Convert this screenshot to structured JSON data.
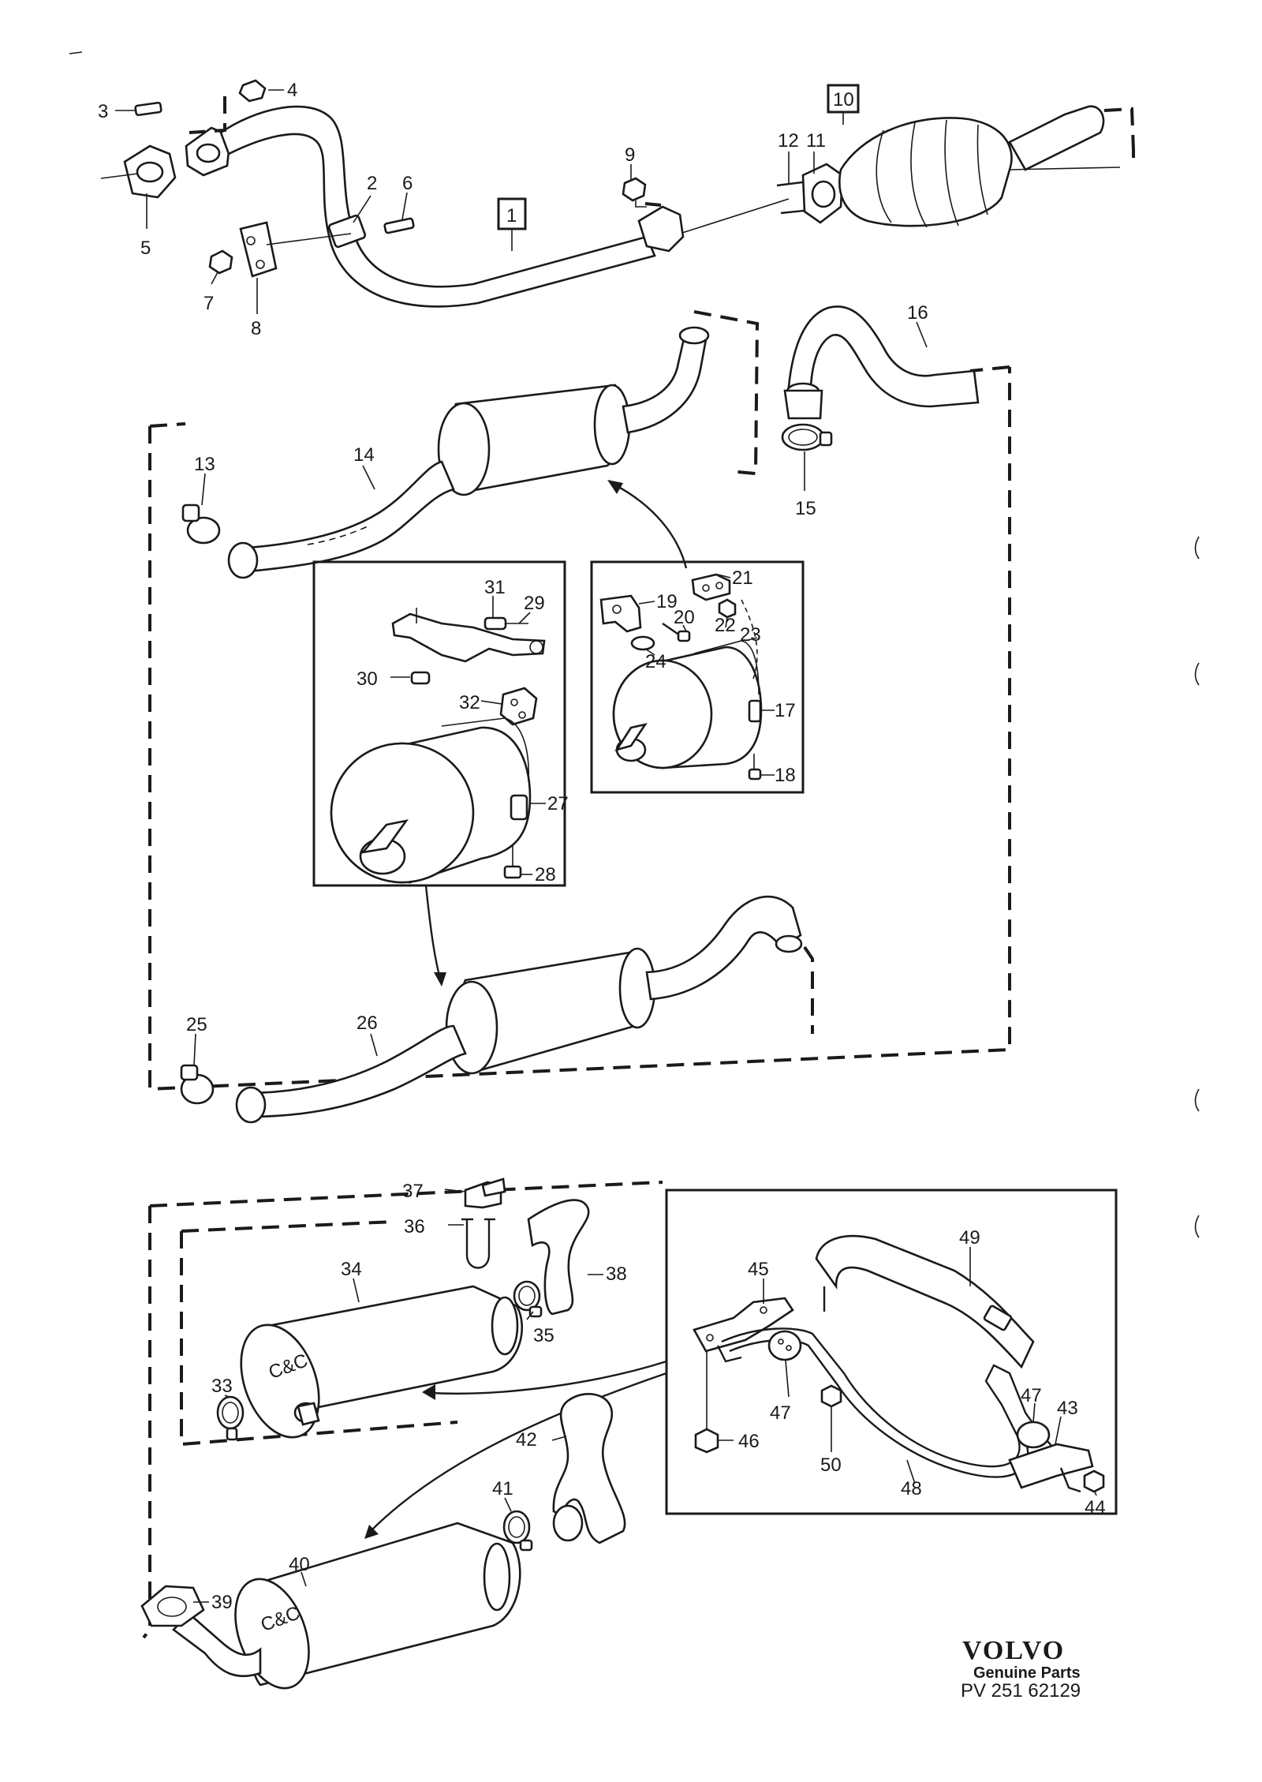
{
  "brand": {
    "name": "VOLVO",
    "tagline": "Genuine Parts",
    "reference": "PV 251 62129"
  },
  "callouts": {
    "c1": "1",
    "c2": "2",
    "c3": "3",
    "c4": "4",
    "c5": "5",
    "c6": "6",
    "c7": "7",
    "c8": "8",
    "c9": "9",
    "c10": "10",
    "c11": "11",
    "c12": "12",
    "c13": "13",
    "c14": "14",
    "c15": "15",
    "c16": "16",
    "c17": "17",
    "c18": "18",
    "c19": "19",
    "c20": "20",
    "c21": "21",
    "c22": "22",
    "c23": "23",
    "c24": "24",
    "c25": "25",
    "c26": "26",
    "c27": "27",
    "c28": "28",
    "c29": "29",
    "c30": "30",
    "c31": "31",
    "c32": "32",
    "c33": "33",
    "c34": "34",
    "c35": "35",
    "c36": "36",
    "c37": "37",
    "c38": "38",
    "c39": "39",
    "c40": "40",
    "c41": "41",
    "c42": "42",
    "c43": "43",
    "c44": "44",
    "c45": "45",
    "c46": "46",
    "c47a": "47",
    "c47b": "47",
    "c48": "48",
    "c49": "49",
    "c50": "50"
  },
  "colors": {
    "ink": "#1a1a1a",
    "paper": "#ffffff"
  }
}
